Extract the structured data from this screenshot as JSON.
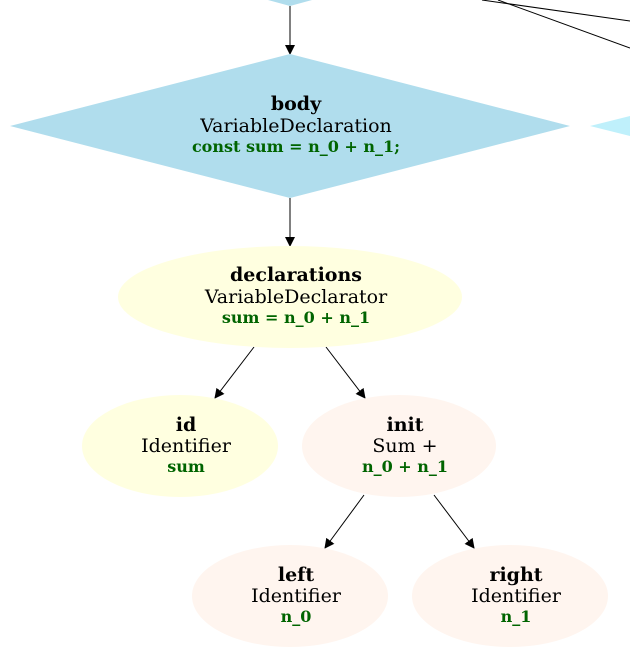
{
  "colors": {
    "diamond": "#b0dded",
    "diamond_edge": "#bff0fb",
    "identifier": "#ffffe0",
    "sum": "#fff5ef",
    "code_text": "#006400",
    "edge": "#000000"
  },
  "nodes": {
    "body": {
      "role": "body",
      "type": "VariableDeclaration",
      "code": "const sum = n_0 + n_1;"
    },
    "declarations": {
      "role": "declarations",
      "type": "VariableDeclarator",
      "code": "sum = n_0 + n_1"
    },
    "id": {
      "role": "id",
      "type": "Identifier",
      "code": "sum"
    },
    "init": {
      "role": "init",
      "type": "Sum +",
      "code": "n_0 + n_1"
    },
    "left": {
      "role": "left",
      "type": "Identifier",
      "code": "n_0"
    },
    "right": {
      "role": "right",
      "type": "Identifier",
      "code": "n_1"
    }
  }
}
